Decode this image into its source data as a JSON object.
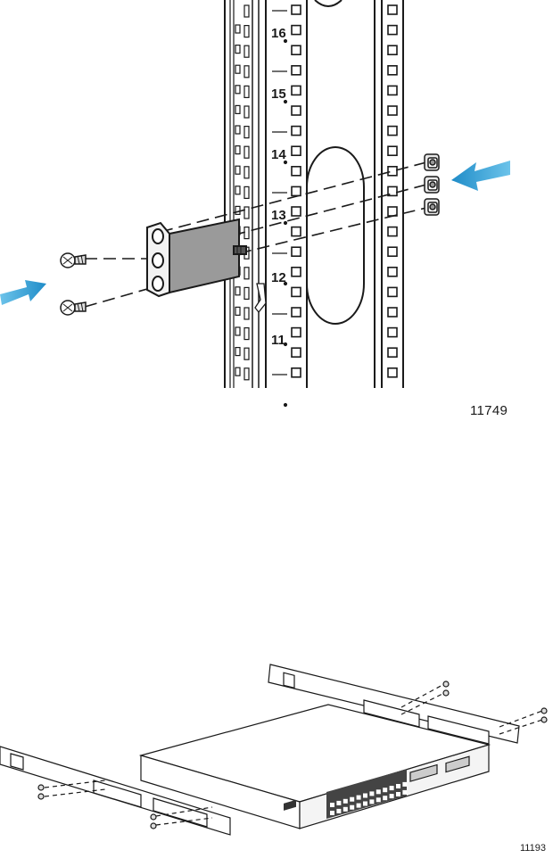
{
  "top_figure": {
    "figure_number": "11749",
    "rack_unit_labels": [
      "16",
      "15",
      "14",
      "13",
      "12",
      "11"
    ],
    "arrow_color": "#2b9fd6"
  },
  "bottom_figure": {
    "figure_number": "11193"
  }
}
